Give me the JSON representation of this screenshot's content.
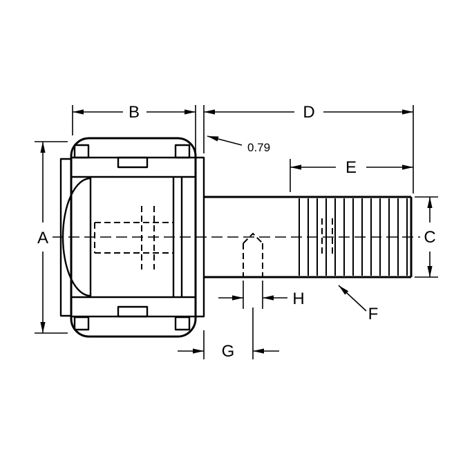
{
  "page": {
    "background_color": "#ffffff",
    "line_color": "#000000"
  },
  "drawing": {
    "kind": "dimensioned technical drawing",
    "labels": {
      "a": "A",
      "b": "B",
      "c": "C",
      "d": "D",
      "e": "E",
      "f": "F",
      "g": "G",
      "h": "H",
      "offset_value": "0.79"
    }
  }
}
